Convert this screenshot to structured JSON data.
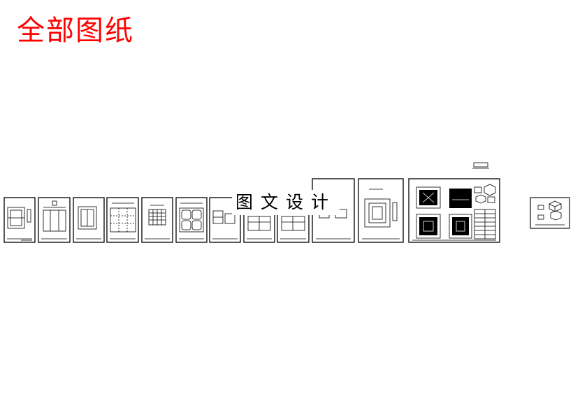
{
  "page": {
    "title": "全部图纸",
    "watermark": "图文设计"
  },
  "sheets": [
    {
      "kind": "plan-elevation"
    },
    {
      "kind": "elevation-doors"
    },
    {
      "kind": "window-frame"
    },
    {
      "kind": "ceiling-grid"
    },
    {
      "kind": "tile-pattern"
    },
    {
      "kind": "four-panel-ceiling"
    },
    {
      "kind": "detail-layout"
    },
    {
      "kind": "detail-layout"
    },
    {
      "kind": "detail-layout"
    },
    {
      "kind": "detail-small"
    },
    {
      "kind": "frame-plan"
    },
    {
      "kind": "combined-sheet"
    },
    {
      "kind": "thumbnail"
    }
  ],
  "colors": {
    "title": "#ff0000",
    "line": "#000000",
    "background": "#ffffff"
  }
}
